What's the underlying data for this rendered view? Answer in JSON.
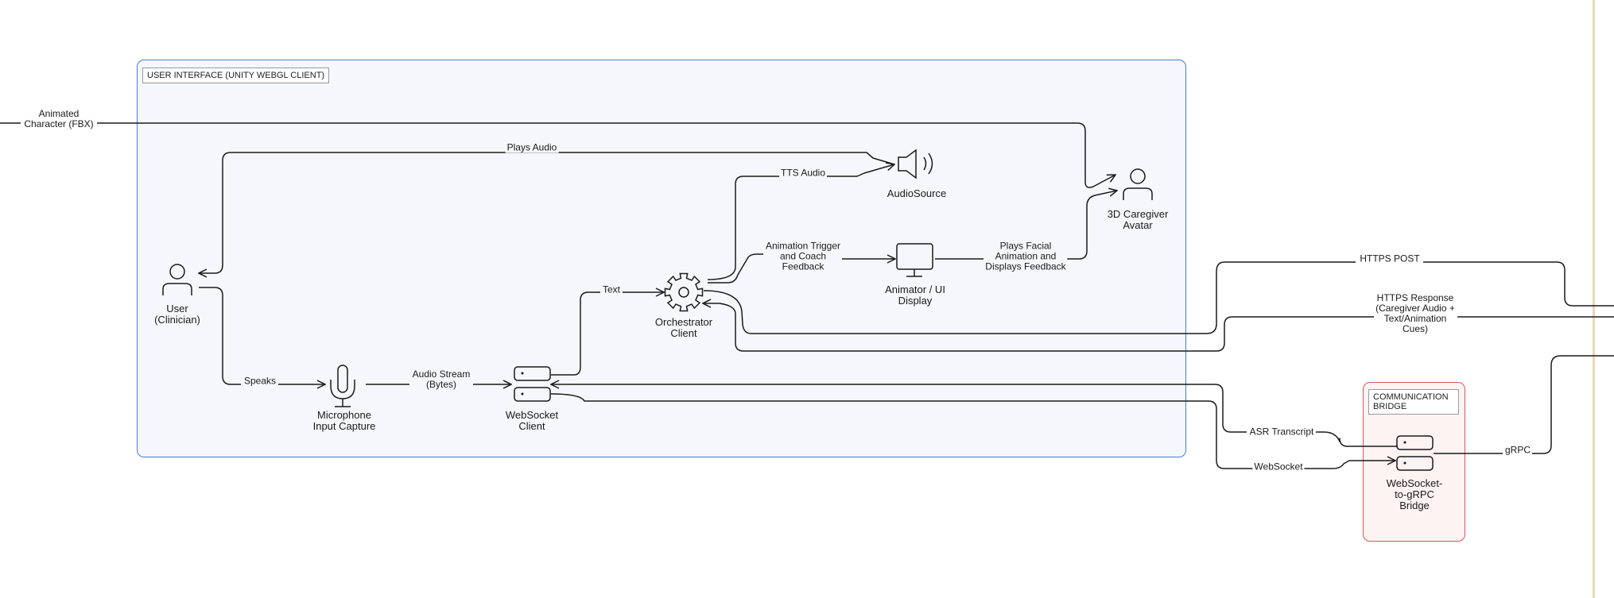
{
  "groups": {
    "ui": "USER INTERFACE (UNITY WEBGL CLIENT)",
    "bridge": "COMMUNICATION BRIDGE"
  },
  "nodes": {
    "user": "User\n(Clinician)",
    "microphone": "Microphone\nInput Capture",
    "websocket_client": "WebSocket\nClient",
    "orchestrator": "Orchestrator\nClient",
    "audio_source": "AudioSource",
    "animator": "Animator / UI\nDisplay",
    "avatar": "3D Caregiver\nAvatar",
    "ws_grpc_bridge": "WebSocket-\nto-gRPC\nBridge"
  },
  "edges": {
    "animated_character": "Animated\nCharacter (FBX)",
    "plays_audio": "Plays Audio",
    "tts_audio": "TTS Audio",
    "anim_trigger": "Animation Trigger\nand Coach\nFeedback",
    "plays_facial": "Plays Facial\nAnimation and\nDisplays Feedback",
    "text": "Text",
    "speaks": "Speaks",
    "audio_stream": "Audio Stream\n(Bytes)",
    "https_post": "HTTPS POST",
    "https_response": "HTTPS Response\n(Caregiver Audio +\nText/Animation\nCues)",
    "asr_transcript": "ASR Transcript",
    "websocket": "WebSocket",
    "grpc": "gRPC"
  },
  "colors": {
    "ui_border": "#4a7bd0",
    "ui_fill": "#f5f7fc",
    "bridge_border": "#d25a5a",
    "bridge_fill": "#fdf3f3",
    "line": "#1a1a1a"
  },
  "icons": {
    "user": "person-icon",
    "avatar": "person-icon",
    "microphone": "microphone-icon",
    "websocket_client": "server-stack-icon",
    "orchestrator": "gear-icon",
    "audio_source": "speaker-icon",
    "animator": "monitor-icon",
    "ws_grpc_bridge": "server-stack-icon"
  }
}
